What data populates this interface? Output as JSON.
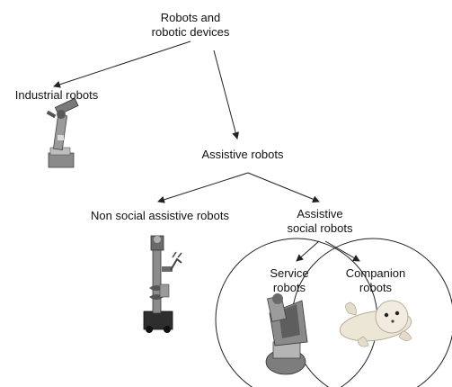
{
  "nodes": {
    "root": {
      "line1": "Robots and",
      "line2": "robotic devices"
    },
    "industrial": {
      "label": "Industrial robots"
    },
    "assistive": {
      "label": "Assistive robots"
    },
    "non_social": {
      "label": "Non social assistive robots"
    },
    "social": {
      "line1": "Assistive",
      "line2": "social robots"
    },
    "service": {
      "line1": "Service",
      "line2": "robots"
    },
    "companion": {
      "line1": "Companion",
      "line2": "robots"
    }
  },
  "illustrations": {
    "industrial_robot": "industrial-robot-arm",
    "non_social_robot": "mobile-manipulator-robot",
    "service_robot": "service-robot",
    "companion_robot": "seal-companion-robot"
  },
  "colors": {
    "line": "#222222",
    "robot_gray": "#7a7a7a",
    "robot_dark": "#3a3a3a",
    "seal": "#ece6d6"
  }
}
